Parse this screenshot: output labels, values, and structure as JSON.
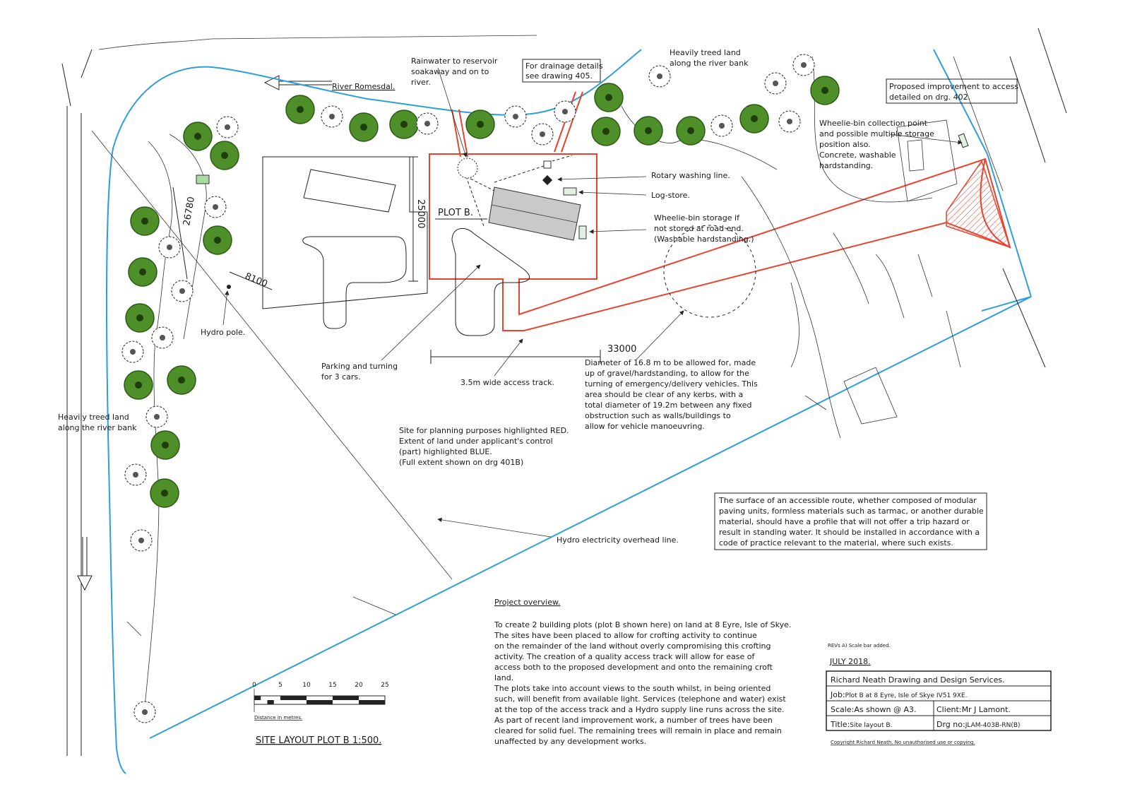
{
  "notes": {
    "rainwater": [
      "Rainwater to reservoir",
      "soakaway and on to",
      "river."
    ],
    "drainage": [
      "For drainage details",
      "see drawing 405."
    ],
    "treed_top": [
      "Heavily treed land",
      "along the river bank"
    ],
    "access_improvement": [
      "Proposed improvement to access",
      "detailed on drg. 402."
    ],
    "wheelie_point": [
      "Wheelie-bin collection point",
      "and possible multiple storage",
      "position also.",
      "Concrete, washable",
      "hardstanding."
    ],
    "river": "River Romesdal.",
    "rotary": "Rotary washing line.",
    "log_store": "Log-store.",
    "wheelie_storage": [
      "Wheelie-bin storage if",
      "not stored at road end.",
      "(Washable hardstanding.)"
    ],
    "plot_label": "PLOT B.",
    "hydro_pole": "Hydro pole.",
    "parking": [
      "Parking and turning",
      "for 3 cars."
    ],
    "access_track": "3.5m wide access track.",
    "diameter": [
      "Diameter of 16.8 m to be allowed for, made",
      "up of gravel/hardstanding, to allow for the",
      "turning of emergency/delivery vehicles. This",
      "area should be clear of any kerbs, with a",
      "total diameter of 19.2m between any fixed",
      "obstruction such as walls/buildings to",
      "allow for vehicle manoeuvring."
    ],
    "treed_left": [
      "Heavily treed land",
      "along the river bank"
    ],
    "site_planning": [
      "Site for planning purposes highlighted RED.",
      "Extent of land under applicant's control",
      "(part) highlighted BLUE.",
      "(Full extent shown on drg 401B)"
    ],
    "hydro_line": "Hydro electricity overhead line.",
    "surface": [
      "The surface of an accessible route, whether composed of modular",
      "paving units, formless materials such as tarmac, or another durable",
      "material, should have a profile that will not offer a trip hazard or",
      "result in standing water. It should be installed in accordance with a",
      "code of practice relevant to the material, where such exists."
    ]
  },
  "dimensions": {
    "d26780": "26780",
    "d25000": "25000",
    "d8100": "8100",
    "d33000": "33000"
  },
  "overview": {
    "heading": "Project overview.",
    "lines": [
      "To create 2 building plots (plot B shown here) on land at 8 Eyre, Isle of Skye.",
      "The sites have been placed to allow for crofting activity to continue",
      "on the remainder of the land without overly compromising this crofting",
      "activity. The creation of a quality access track will allow for ease of",
      "access both to the proposed development and onto the remaining croft",
      "land.",
      "The plots take into account views to the south whilst, in being oriented",
      "such, will benefit from available light. Services (telephone and water) exist",
      "at the top of the access track and a Hydro supply line runs across the site.",
      "As part of recent land improvement work, a number of trees have been",
      "cleared for solid fuel. The remaining trees will remain in place and remain",
      "unaffected by any development works."
    ]
  },
  "scale_bar": {
    "ticks": [
      "0",
      "5",
      "10",
      "15",
      "20",
      "25"
    ],
    "caption": "Distance in metres.",
    "title": "SITE LAYOUT PLOT B 1:500."
  },
  "title_block": {
    "rev": "REVs A) Scale bar added.",
    "date": "JULY 2018.",
    "company": "Richard Neath Drawing and Design Services.",
    "job_label": "Job:",
    "job_value": "Plot B at 8 Eyre, Isle of Skye IV51 9XE.",
    "scale_label": "Scale:",
    "scale_value": "As shown @ A3.",
    "client_label": "Client:",
    "client_value": "Mr J Lamont.",
    "title_label": "Title:",
    "title_value": "Site layout B.",
    "drg_label": "Drg no:",
    "drg_value": "JLAM-403B-RN(B)",
    "copyright": "Copyright Richard Neath. No unauthorised use or copying."
  },
  "colors": {
    "planning_red": "#e8412c",
    "control_blue": "#2e9fd8",
    "tree_green": "#4f8f2a"
  }
}
